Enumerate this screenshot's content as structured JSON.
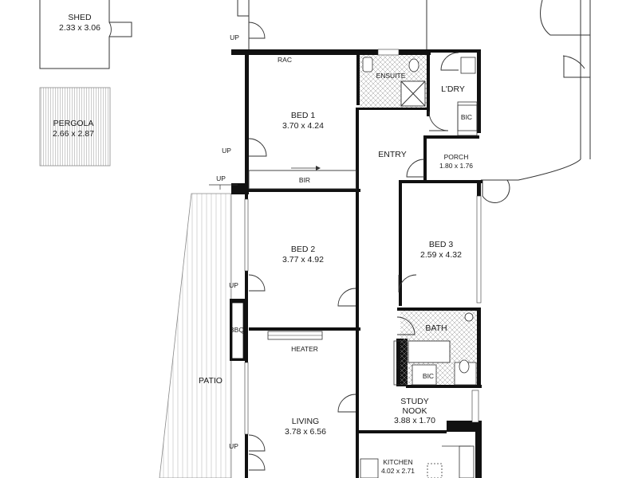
{
  "rooms": {
    "shed": {
      "name": "SHED",
      "size": "2.33 x 3.06"
    },
    "pergola": {
      "name": "PERGOLA",
      "size": "2.66 x 2.87"
    },
    "bed1": {
      "name": "BED 1",
      "size": "3.70 x 4.24"
    },
    "bed2": {
      "name": "BED 2",
      "size": "3.77 x 4.92"
    },
    "bed3": {
      "name": "BED 3",
      "size": "2.59 x 4.32"
    },
    "porch": {
      "name": "PORCH",
      "size": "1.80 x 1.76"
    },
    "living": {
      "name": "LIVING",
      "size": "3.78 x 6.56"
    },
    "study": {
      "name1": "STUDY",
      "name2": "NOOK",
      "size": "3.88 x 1.70"
    },
    "kitchen": {
      "name": "KITCHEN",
      "size": "4.02 x 2.71"
    }
  },
  "labels": {
    "ensuite": "ENSUITE",
    "laundry": "L'DRY",
    "entry": "ENTRY",
    "bath": "BATH",
    "patio": "PATIO",
    "bir": "BIR",
    "bic": "BIC",
    "rac": "RAC",
    "bbq": "BBQ",
    "heater": "HEATER",
    "up": "UP"
  }
}
